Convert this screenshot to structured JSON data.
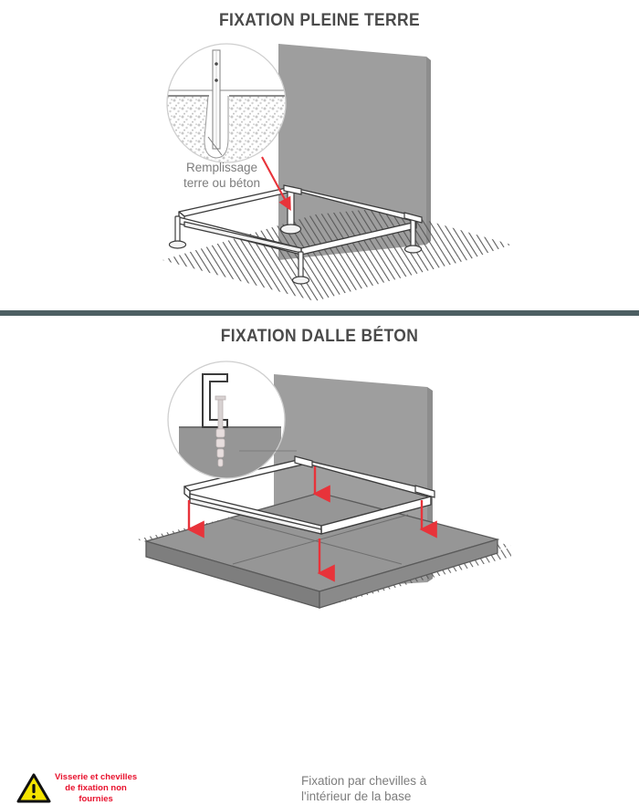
{
  "page": {
    "background": "#ffffff",
    "divider_color": "#4d5f63"
  },
  "colors": {
    "title": "#4a4a4a",
    "wall": "#9e9e9e",
    "slab": "#969696",
    "slab_edge": "#7a7a7a",
    "frame_fill": "#ffffff",
    "line": "#3c3c3c",
    "hatch": "#555555",
    "callout_text": "#7d7d7d",
    "arrow_red": "#e8333a",
    "warning_yellow": "#f5e400",
    "warning_text": "#e8112d",
    "gravel": "#bdbdbd"
  },
  "panels": {
    "ground": {
      "title": "FIXATION PLEINE TERRE",
      "detail_circle": {
        "name": "ground-post-detail",
        "description": "post embedded in trench filled with earth or concrete"
      },
      "callout": {
        "text": "Remplissage\nterre ou béton"
      }
    },
    "slab": {
      "title": "FIXATION DALLE BÉTON",
      "detail_circle": {
        "name": "slab-anchor-detail",
        "description": "C-channel base anchored to concrete slab with expansion bolt"
      },
      "callout": {
        "text": "Fixation par chevilles à\nl'intérieur de la base"
      },
      "warning": {
        "icon": "warning-triangle-icon",
        "text": "Visserie et chevilles\nde fixation non\nfournies"
      }
    }
  }
}
